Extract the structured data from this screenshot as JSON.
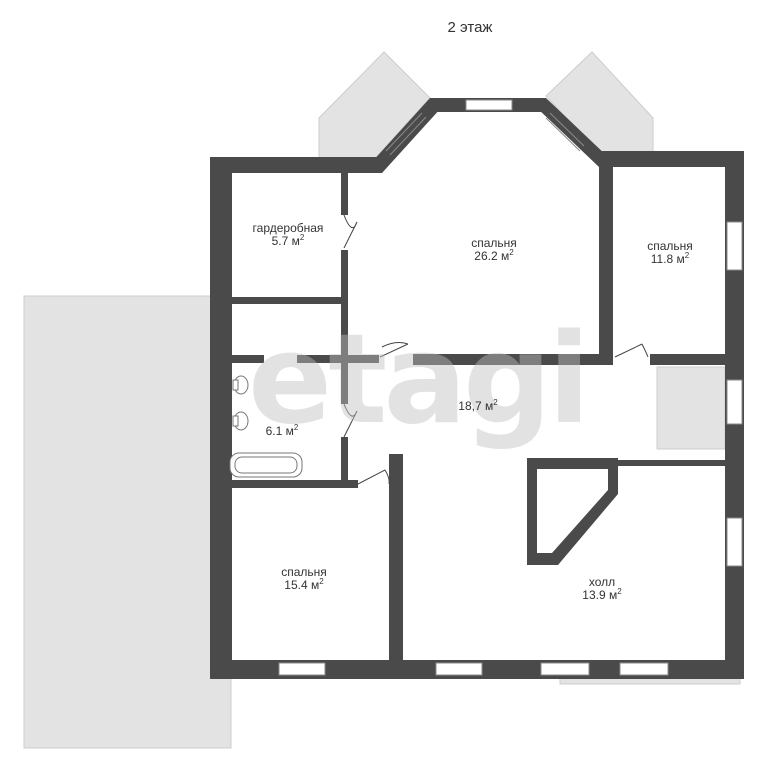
{
  "floor_title": "2 этаж",
  "watermark": "etagi",
  "area_unit": "м",
  "area_unit_power": "2",
  "rooms": {
    "wardrobe": {
      "name": "гардеробная",
      "area": "5.7"
    },
    "bedroom_main": {
      "name": "спальня",
      "area": "26.2"
    },
    "bedroom_east": {
      "name": "спальня",
      "area": "11.8"
    },
    "bathroom": {
      "name": "",
      "area": "6.1"
    },
    "corridor": {
      "name": "",
      "area": "18,7"
    },
    "bedroom_south": {
      "name": "спальня",
      "area": "15.4"
    },
    "hall": {
      "name": "холл",
      "area": "13.9"
    }
  },
  "colors": {
    "wall": "#4a4a4a",
    "terrace": "#e3e3e3",
    "terrace_stroke": "#cccccc",
    "text": "#333333"
  }
}
